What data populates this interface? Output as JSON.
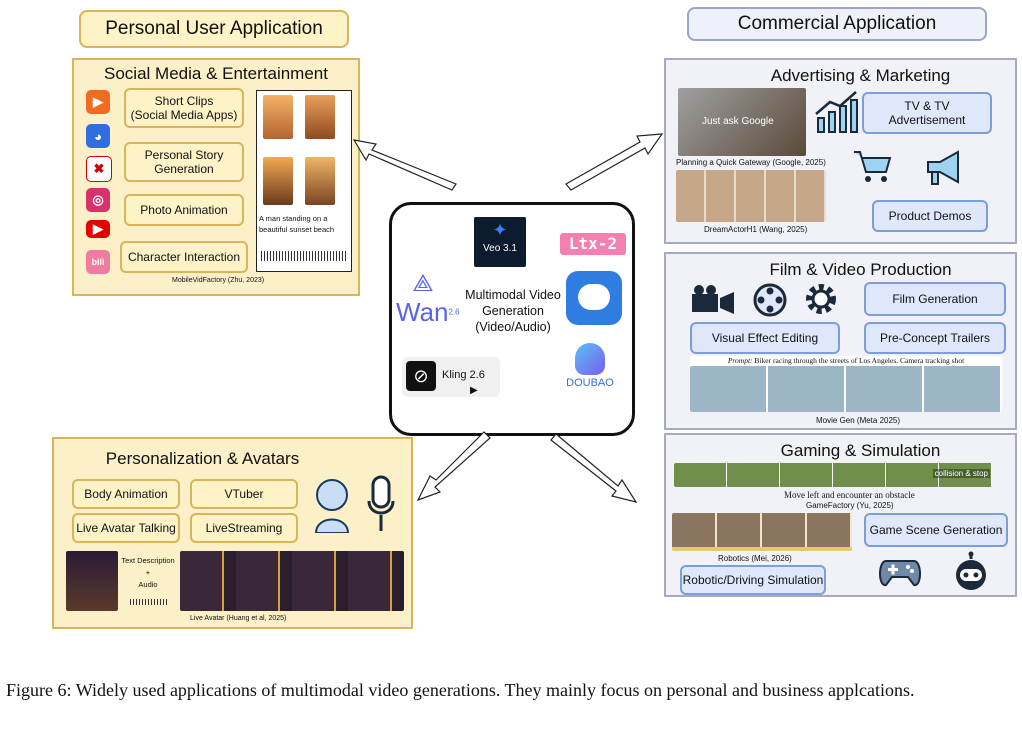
{
  "headers": {
    "personal": "Personal User Application",
    "commercial": "Commercial Application"
  },
  "social": {
    "title": "Social Media & Entertainment",
    "items": [
      "Short Clips\n(Social Media Apps)",
      "Personal Story\nGeneration",
      "Photo Animation",
      "Character Interaction"
    ],
    "image_caption": "A man standing on a beautiful sunset beach",
    "source": "MobileVidFactory (Zhu, 2023)"
  },
  "avatars": {
    "title": "Personalization & Avatars",
    "items": [
      "Body Animation",
      "VTuber",
      "Live Avatar Talking",
      "LiveStreaming"
    ],
    "text_desc": "Text Description",
    "plus": "+",
    "audio": "Audio",
    "source": "Live Avatar (Huang et al, 2025)"
  },
  "center": {
    "title": "Multimodal Video\nGeneration\n(Video/Audio)",
    "veo": "Veo 3.1",
    "ltx": "Ltx-2",
    "wan": "Wan",
    "wan_ver": "2.6",
    "kling": "Kling 2.6",
    "doubao": "DOUBAO"
  },
  "advertising": {
    "title": "Advertising & Marketing",
    "photo_text": "Just ask Google",
    "caption1": "Planning a Quick Gateway (Google, 2025)",
    "caption2": "DreamActorH1 (Wang, 2025)",
    "items": [
      "TV & TV\nAdvertisement",
      "Product Demos"
    ]
  },
  "film": {
    "title": "Film & Video Production",
    "items": [
      "Film Generation",
      "Visual Effect Editing",
      "Pre-Concept Trailers"
    ],
    "prompt_label": "Prompt:",
    "prompt": "Biker racing through the streets of Los Angeles. Camera tracking shot",
    "source": "Movie Gen (Meta 2025)"
  },
  "gaming": {
    "title": "Gaming & Simulation",
    "overlay": "collision & stop",
    "caption1": "Move left and encounter an obstacle",
    "source1": "GameFactory (Yu, 2025)",
    "source2": "Robotics (Mei, 2026)",
    "items": [
      "Game Scene Generation",
      "Robotic/Driving Simulation"
    ]
  },
  "caption": {
    "label": "Figure 6:",
    "text": "Widely used applications of multimodal video generations. They mainly focus on personal and business applcations."
  },
  "colors": {
    "yellow_fill": "#fcf0c8",
    "yellow_border": "#d9b45a",
    "blue_fill": "#f1f2f7",
    "pill_blue": "#dfe8fb",
    "pill_blue_border": "#7d9ed8"
  }
}
